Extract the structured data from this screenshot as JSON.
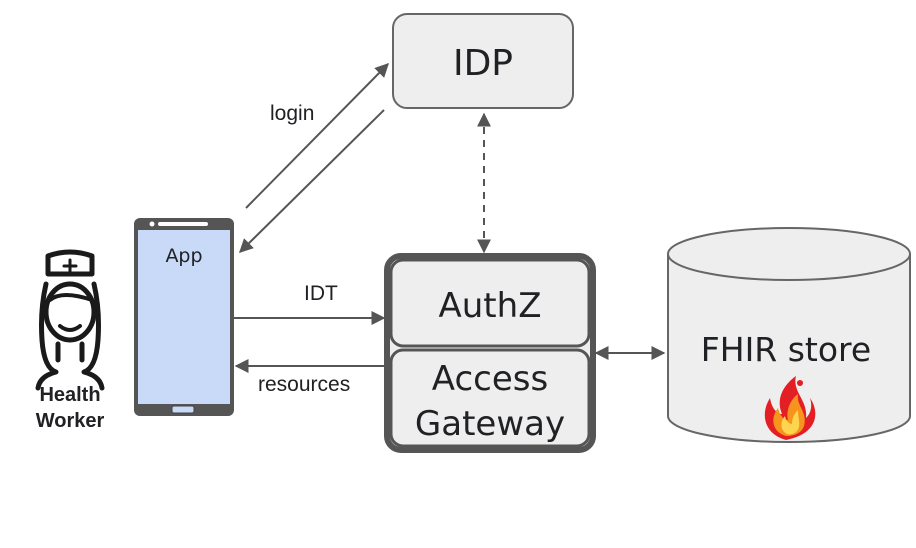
{
  "nodes": {
    "idp": {
      "label": "IDP"
    },
    "app": {
      "label": "App"
    },
    "authz": {
      "label": "AuthZ"
    },
    "access_gateway": {
      "line1": "Access",
      "line2": "Gateway"
    },
    "fhir_store": {
      "label": "FHIR store"
    },
    "health_worker": {
      "line1": "Health",
      "line2": "Worker"
    }
  },
  "edges": {
    "login": {
      "label": "login"
    },
    "idt": {
      "label": "IDT"
    },
    "resources": {
      "label": "resources"
    }
  },
  "icons": {
    "worker": "nurse-icon",
    "fhir": "flame-icon"
  },
  "colors": {
    "box_fill": "#eeeeee",
    "box_stroke": "#666666",
    "gateway_stroke": "#555555",
    "phone_screen": "#c9daf8",
    "phone_body": "#555555",
    "arrow": "#555555",
    "flame_red": "#e31e24",
    "flame_orange": "#f7941d",
    "flame_yellow": "#ffd54f"
  }
}
